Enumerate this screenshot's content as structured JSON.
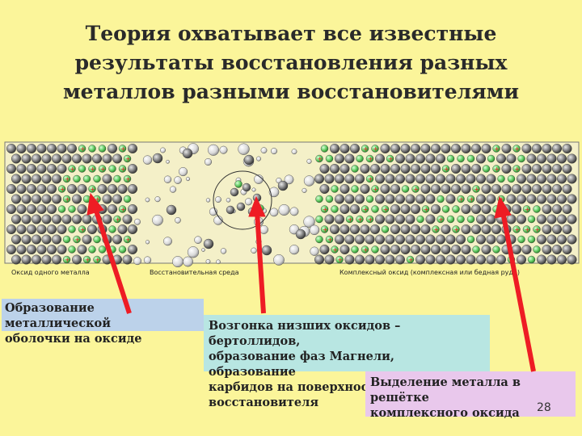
{
  "slide": {
    "title_lines": [
      "Теория охватывает все известные",
      "результаты восстановления разных",
      "металлов разными восстановителями"
    ],
    "page_number": "28"
  },
  "diagram": {
    "label_left": "Оксид одного металла",
    "label_center": "Восстановительная среда",
    "label_right": "Комплексный оксид (комплексная или бедная руда)"
  },
  "callouts": [
    {
      "lines": [
        "Образование металлической",
        "оболочки на оксиде"
      ]
    },
    {
      "lines": [
        "Возгонка низших оксидов – бертоллидов,",
        "образование фаз Магнели, образование",
        "карбидов на поверхности восстановителя"
      ]
    },
    {
      "lines": [
        "Выделение металла в решётке",
        "комплексного оксида"
      ]
    }
  ],
  "colors": {
    "background": "#fbf59a",
    "arrow": "#ee1c24",
    "green_atom": "#6fd36f",
    "grey_atom": "#808080"
  }
}
